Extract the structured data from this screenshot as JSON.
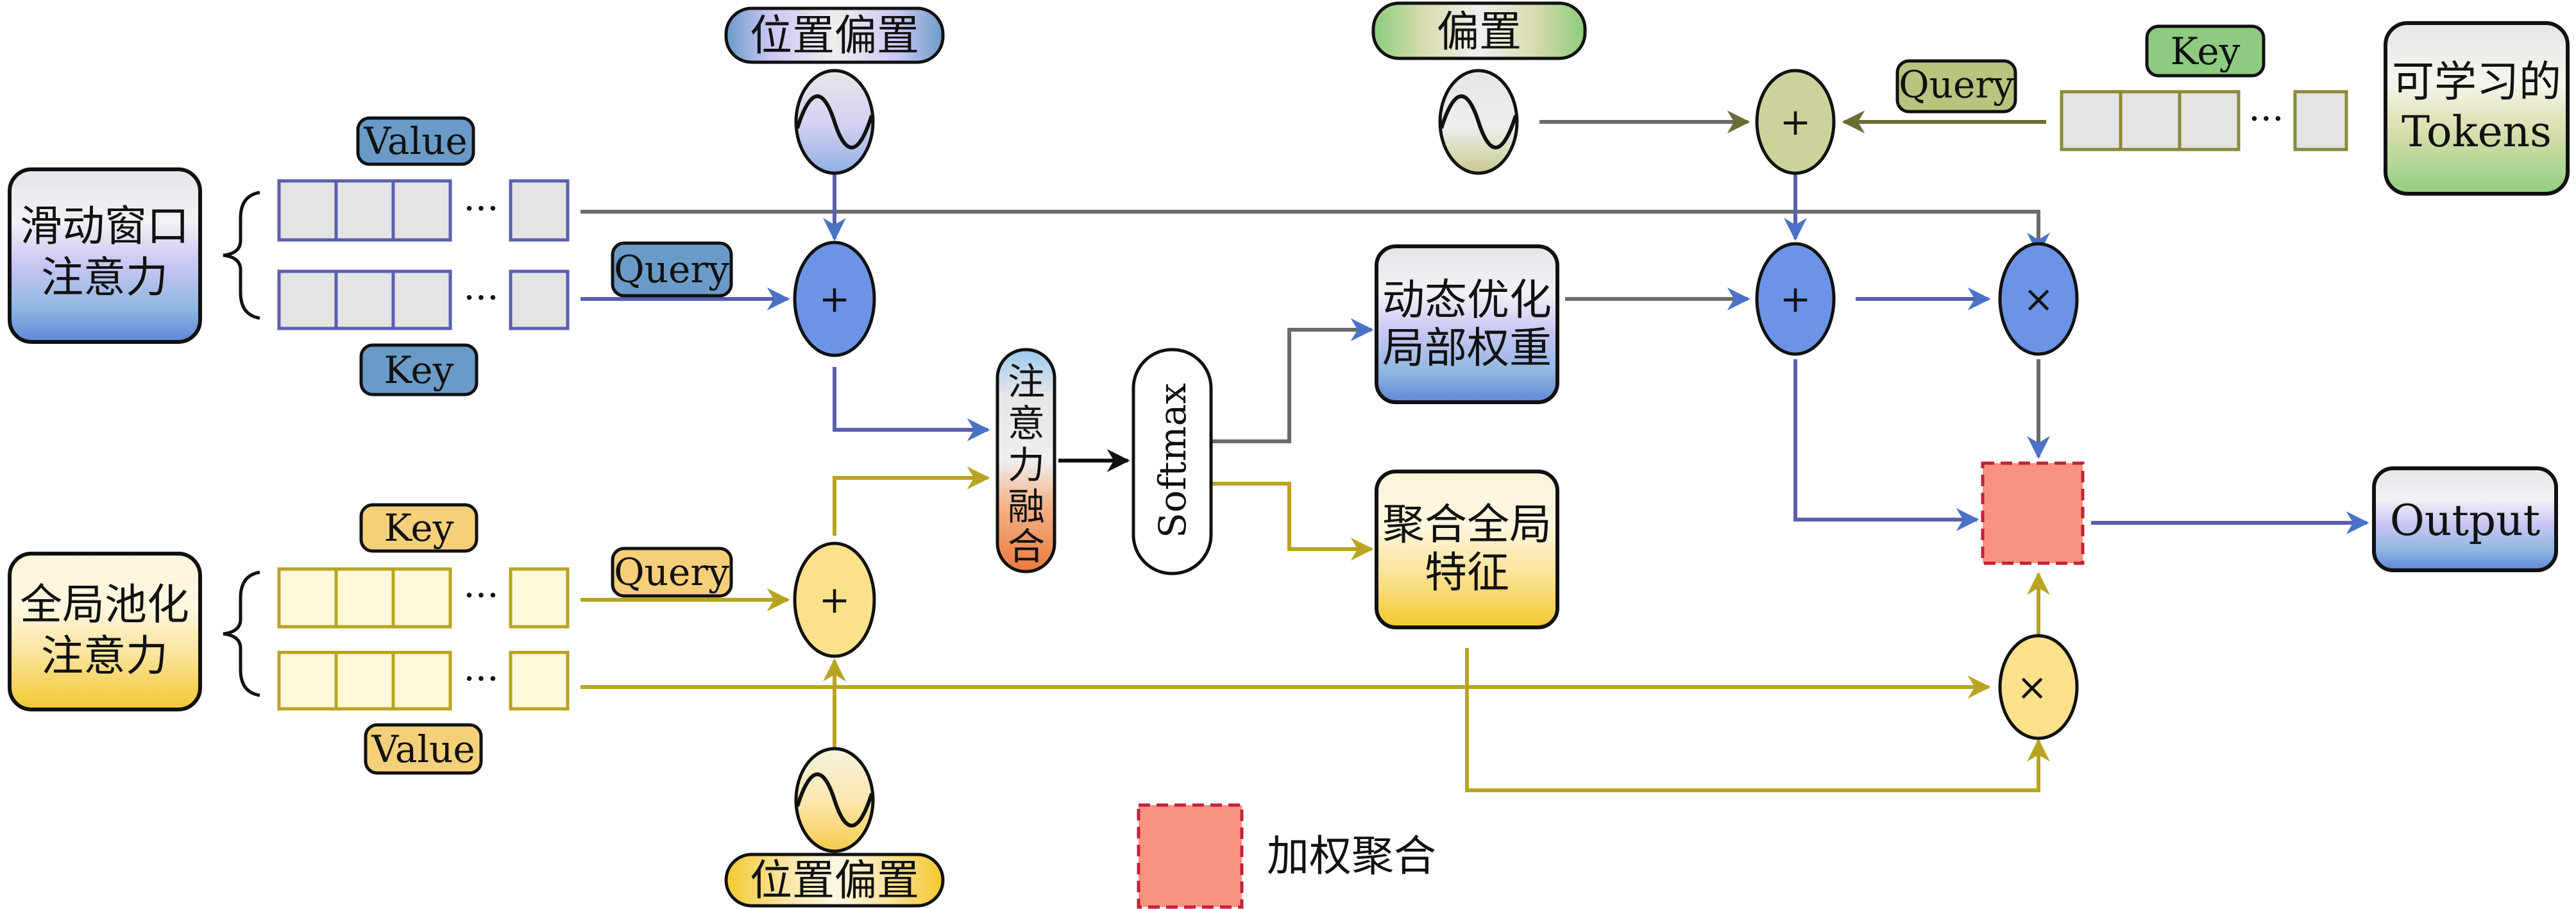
{
  "title": "Sliding-window and global-pooling attention fusion architecture",
  "colors": {
    "blue_path": "#4f6fc4",
    "blue_fill": "#6b93e6",
    "blue_label": "#6a9bc8",
    "yellow_path": "#b8a420",
    "yellow_fill": "#fde08a",
    "yellow_label": "#f5d66a",
    "green_path": "#6b6d33",
    "green_fill": "#cdd29a",
    "green_label": "#8ecb80",
    "gray_line": "#6b6b6b",
    "aggregate_fill": "#f9927f",
    "aggregate_border": "#c4203a"
  },
  "nodes": {
    "sliding_window": {
      "line1": "滑动窗口",
      "line2": "注意力"
    },
    "global_pool": {
      "line1": "全局池化",
      "line2": "注意力"
    },
    "learnable_tokens": {
      "line1": "可学习的",
      "line2": "Tokens"
    },
    "fusion": {
      "chars": [
        "注",
        "意",
        "力",
        "融",
        "合"
      ]
    },
    "softmax": {
      "label": "Softmax"
    },
    "dynamic_local": {
      "line1": "动态优化",
      "line2": "局部权重"
    },
    "aggregate_global": {
      "line1": "聚合全局",
      "line2": "特征"
    },
    "output": {
      "label": "Output"
    }
  },
  "labels": {
    "sw_value": "Value",
    "sw_key": "Key",
    "sw_query": "Query",
    "gp_key": "Key",
    "gp_value": "Value",
    "gp_query": "Query",
    "tk_key": "Key",
    "tk_query": "Query",
    "pos_bias_top": "位置偏置",
    "pos_bias_bottom": "位置偏置",
    "bias": "偏置",
    "ellipsis": "···"
  },
  "operators": {
    "plus": "+",
    "times": "×"
  },
  "legend": {
    "aggregate_label": "加权聚合"
  }
}
